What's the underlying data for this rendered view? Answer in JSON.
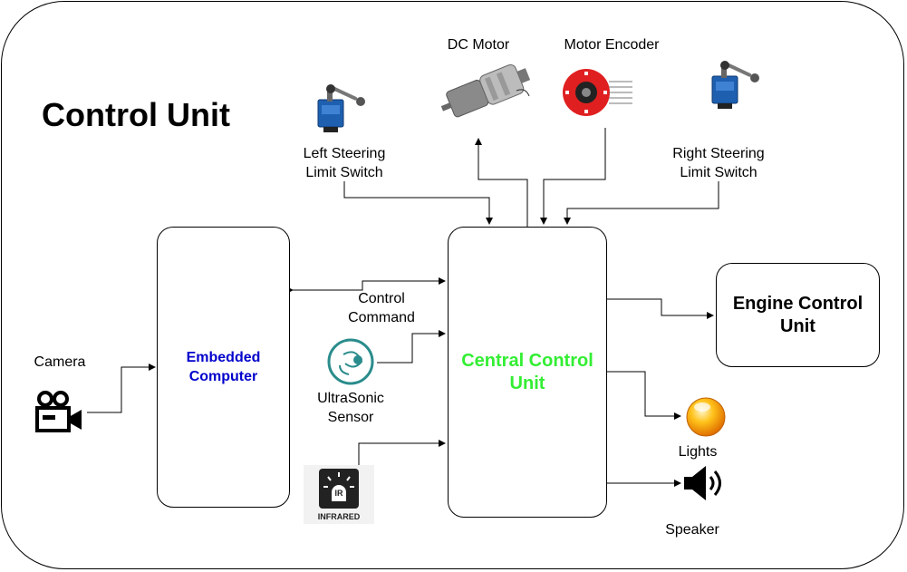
{
  "diagram": {
    "title": "Control Unit",
    "blocks": {
      "embedded_computer": "Embedded\nComputer",
      "central_control_unit": "Central Control\nUnit",
      "engine_control_unit": "Engine Control\nUnit"
    },
    "labels": {
      "dc_motor": "DC Motor",
      "motor_encoder": "Motor Encoder",
      "left_limit_switch": "Left Steering\nLimit Switch",
      "right_limit_switch": "Right  Steering\nLimit Switch",
      "control_command": "Control\nCommand",
      "camera": "Camera",
      "ultrasonic_sensor": "UltraSonic\nSensor",
      "lights": "Lights",
      "speaker": "Speaker",
      "infrared_badge": "INFRARED",
      "ir_glyph": "IR"
    },
    "colors": {
      "embedded_text": "#0000CC",
      "central_text": "#33EE33",
      "encoder_red": "#E02020",
      "ultrasonic_teal": "#2A8C8C",
      "light_orange": "#F7A600",
      "limit_switch_blue": "#1E5FB0"
    }
  }
}
